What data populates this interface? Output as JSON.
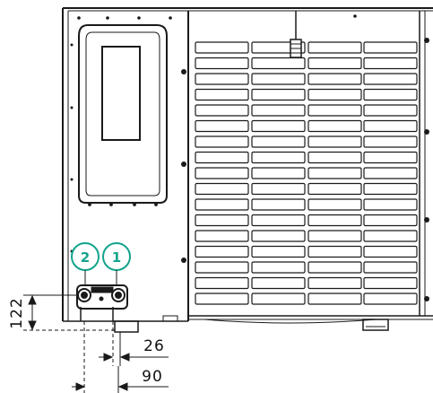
{
  "diagram": {
    "callouts": [
      {
        "label": "2"
      },
      {
        "label": "1"
      }
    ],
    "dimensions": {
      "height_from_base": "122",
      "pipe_offset": "26",
      "pipe_spacing": "90"
    },
    "colors": {
      "line": "#1a1a1a",
      "callout_accent": "#13a38c",
      "background": "#ffffff"
    }
  }
}
